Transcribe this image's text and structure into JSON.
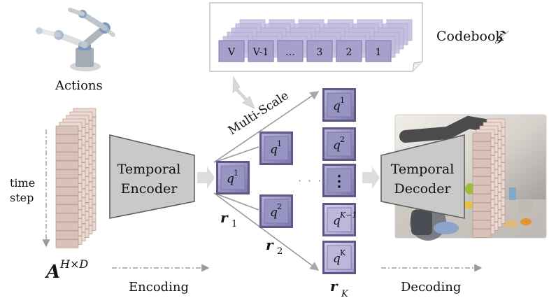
{
  "codebook": {
    "label": "Codebook",
    "symbol": "𝒵",
    "entries": [
      "V",
      "V-1",
      "…",
      "3",
      "2",
      "1"
    ]
  },
  "actions": {
    "label": "Actions",
    "time_axis_line1": "time",
    "time_axis_line2": "step",
    "matrix_symbol": "A",
    "matrix_superscript": "H×D"
  },
  "encoder": {
    "line1": "Temporal",
    "line2": "Encoder"
  },
  "decoder": {
    "line1": "Temporal",
    "line2": "Decoder"
  },
  "multi_scale_label": "Multi-Scale",
  "encoding_label": "Encoding",
  "decoding_label": "Decoding",
  "residuals": {
    "r1": "r",
    "r1_sub": "1",
    "r2": "r",
    "r2_sub": "2",
    "rK": "r",
    "rK_sub": "K"
  },
  "tokens": {
    "q": "q",
    "sup_1": "1",
    "sup_2": "2",
    "sup_k_minus_1": "K−1",
    "sup_k": "K",
    "vdots": "⋮",
    "hdots": "· · ·"
  },
  "colors": {
    "token_face": "#8f8ab8",
    "token_edge": "#5d5889",
    "encoder_fill": "#c9c9c9",
    "action_block": "#e2d1ca",
    "action_block_edge": "#b8968c",
    "arrow_gray": "#d6d6d6",
    "dash_gray": "#9a9a9a"
  }
}
